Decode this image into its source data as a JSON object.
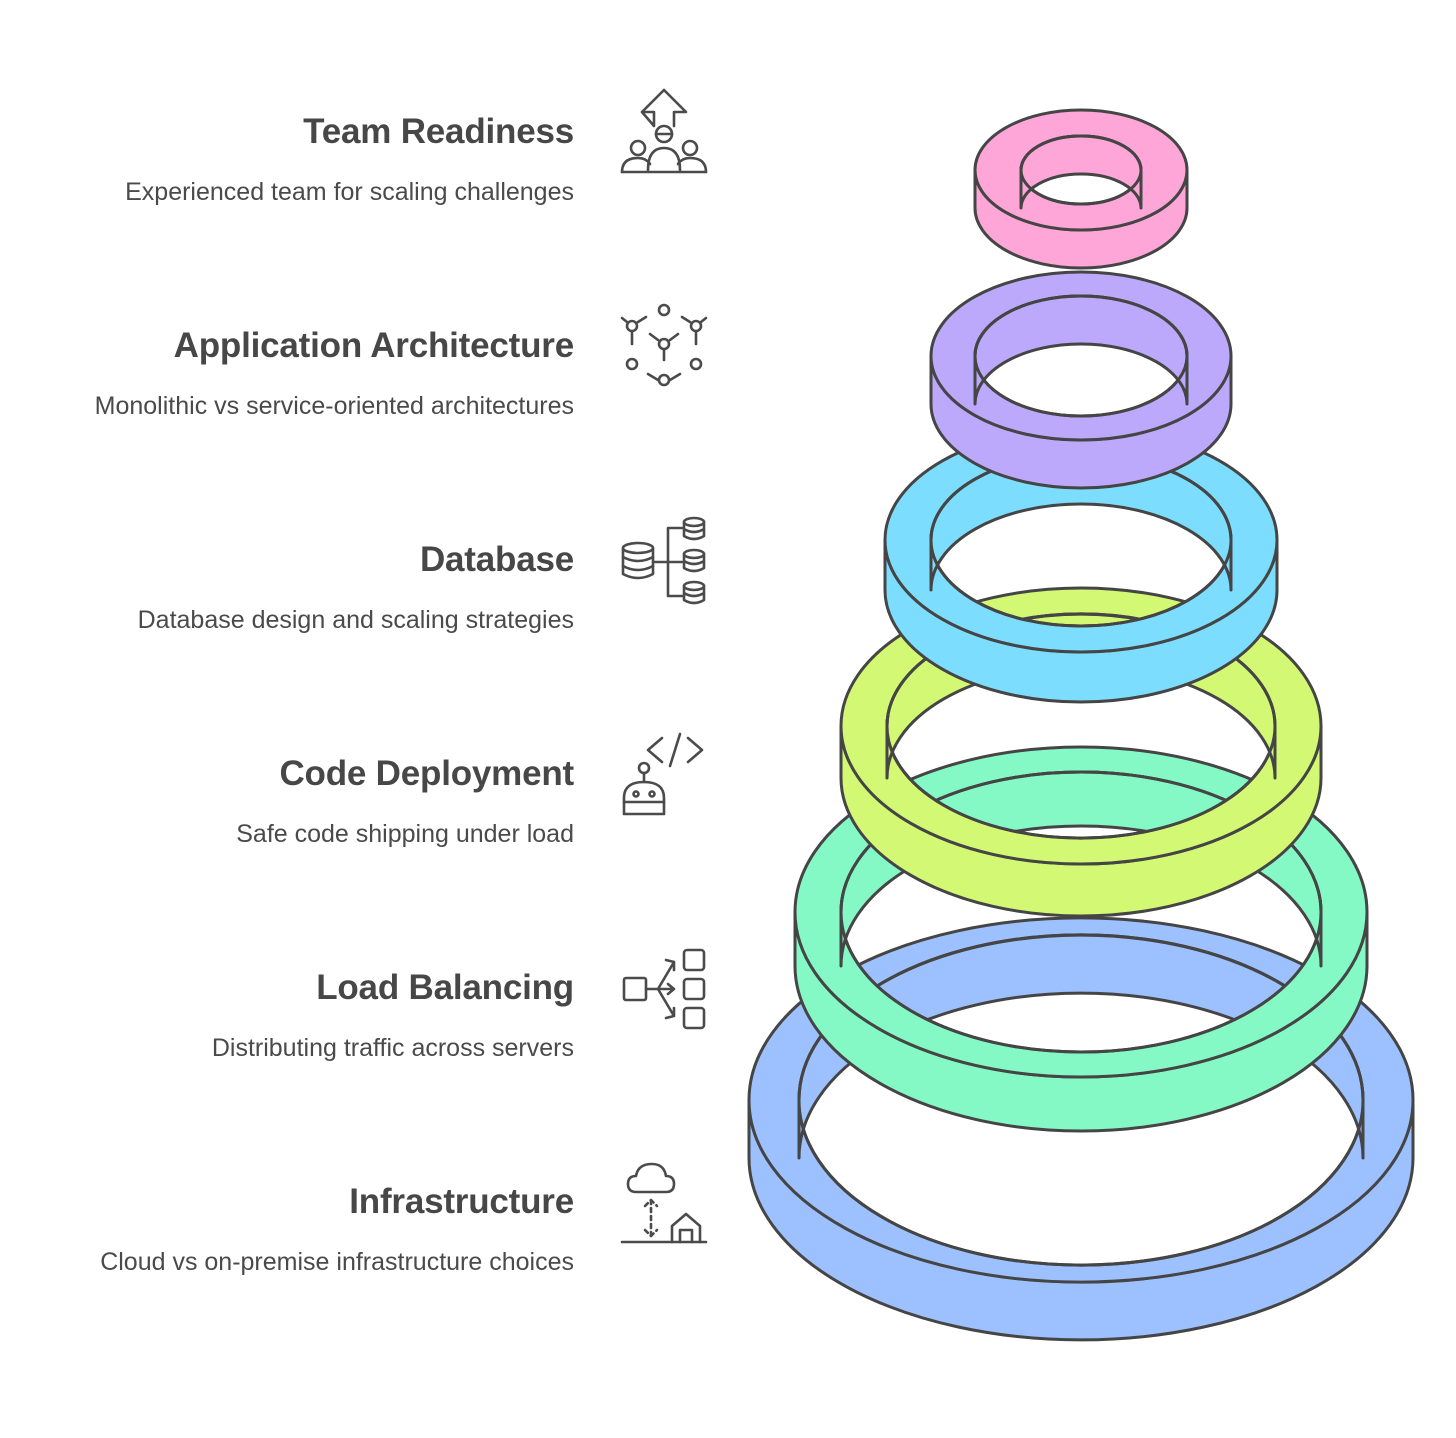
{
  "items": [
    {
      "title": "Team Readiness",
      "description": "Experienced team for scaling challenges",
      "icon": "team-readiness-icon"
    },
    {
      "title": "Application Architecture",
      "description": "Monolithic vs service-oriented architectures",
      "icon": "network-nodes-icon"
    },
    {
      "title": "Database",
      "description": "Database design and scaling strategies",
      "icon": "database-icon"
    },
    {
      "title": "Code Deployment",
      "description": "Safe code shipping under load",
      "icon": "code-robot-icon"
    },
    {
      "title": "Load Balancing",
      "description": "Distributing traffic across servers",
      "icon": "load-balancer-icon"
    },
    {
      "title": "Infrastructure",
      "description": "Cloud vs on-premise infrastructure choices",
      "icon": "cloud-house-icon"
    }
  ],
  "colors": {
    "team_readiness": "#FFA6D8",
    "application_architecture": "#BCA9FB",
    "database": "#7DDDFE",
    "code_deployment": "#D3F974",
    "load_balancing": "#85F9C5",
    "infrastructure": "#9DC0FE",
    "outline": "#454545",
    "text": "#474747"
  }
}
